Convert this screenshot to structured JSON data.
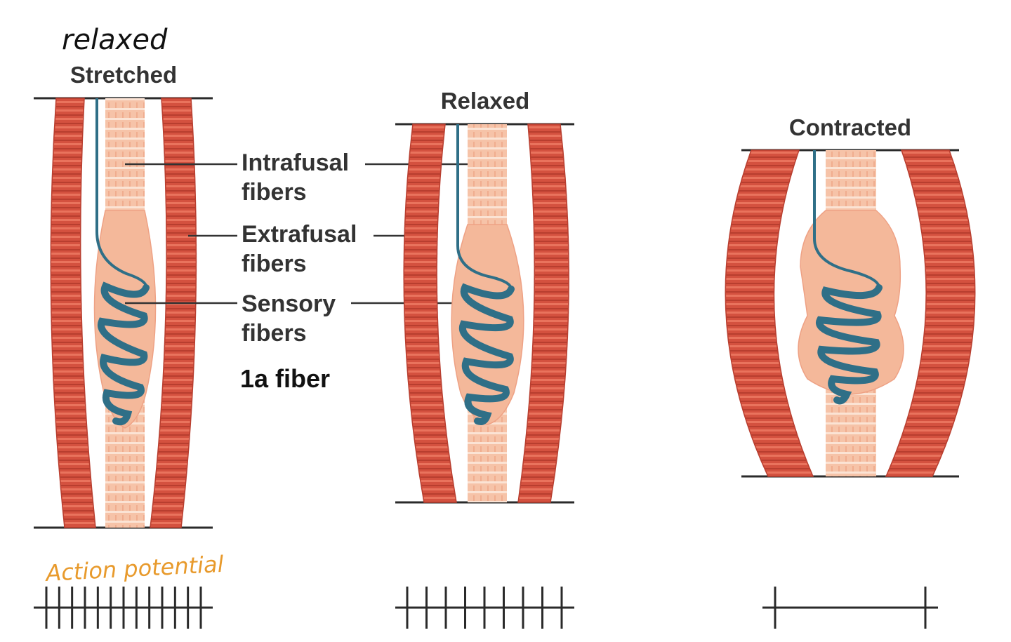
{
  "annotations": {
    "handwritten_top": "relaxed",
    "handwritten_action": "Action potential"
  },
  "states": [
    {
      "id": "stretched",
      "title": "Stretched",
      "spike_count": 13
    },
    {
      "id": "relaxed",
      "title": "Relaxed",
      "spike_count": 9
    },
    {
      "id": "contracted",
      "title": "Contracted",
      "spike_count": 2
    }
  ],
  "labels": {
    "intrafusal": [
      "Intrafusal",
      "fibers"
    ],
    "extrafusal": [
      "Extrafusal",
      "fibers"
    ],
    "sensory": [
      "Sensory",
      "fibers"
    ],
    "fiber_type": "1a fiber"
  },
  "colors": {
    "extrafusal_fill": "#d4513f",
    "extrafusal_stripe": "#f08a73",
    "intrafusal_fill": "#f6c3a8",
    "intrafusal_stripe": "#fbe0d0",
    "spindle_capsule": "#f4b89a",
    "sensory_nerve": "#2f6f87",
    "line": "#2a2a2a",
    "handwriting_orange": "#e89a2c"
  }
}
